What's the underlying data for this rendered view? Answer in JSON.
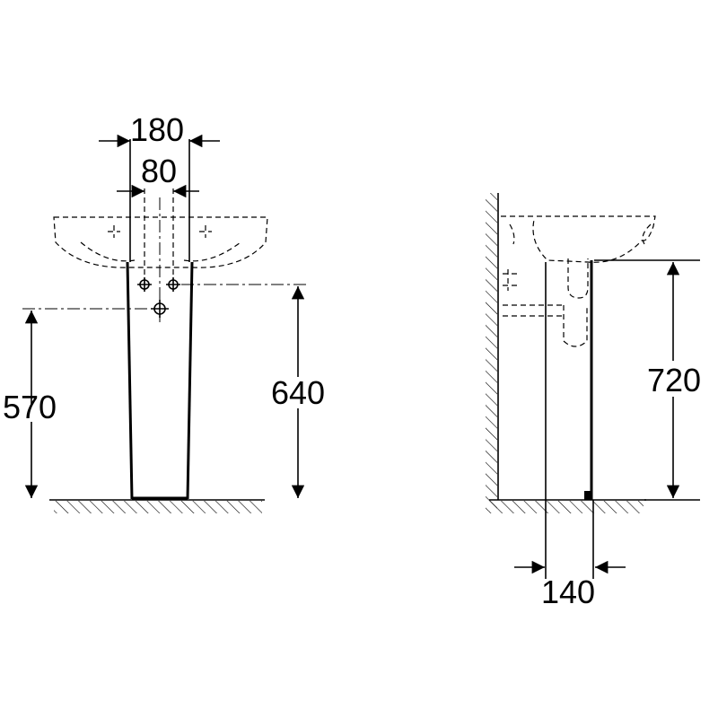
{
  "front_view": {
    "dim_width_outer": "180",
    "dim_width_inner": "80",
    "dim_height_left": "570",
    "dim_height_right": "640"
  },
  "side_view": {
    "dim_height": "720",
    "dim_depth": "140"
  }
}
